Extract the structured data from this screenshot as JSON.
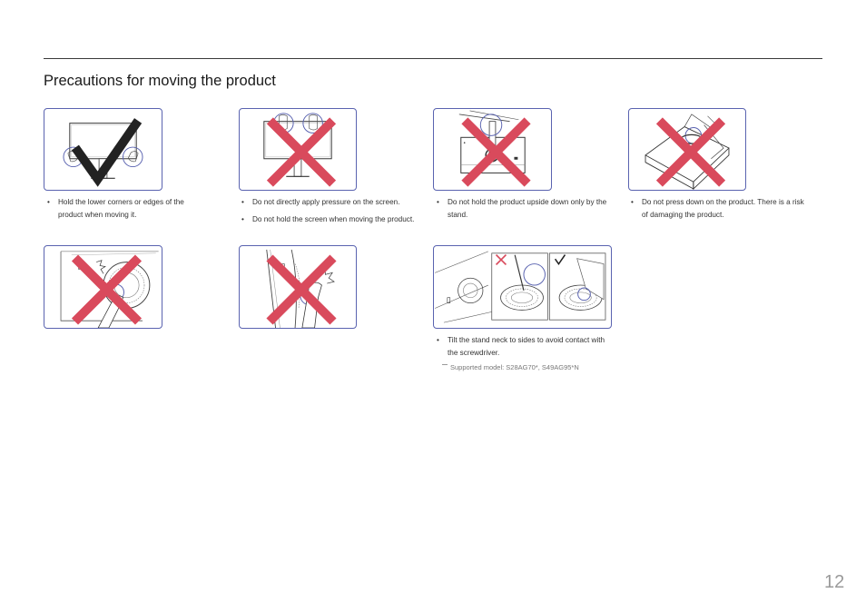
{
  "page": {
    "title": "Precautions for moving the product",
    "page_number": "12"
  },
  "figures": [
    {
      "verdict": "correct",
      "icon": "check-icon",
      "notes": [
        "Hold the lower corners or edges of the product when moving it."
      ]
    },
    {
      "verdict": "incorrect",
      "icon": "cross-icon",
      "notes": [
        "Do not directly apply pressure on the screen.",
        "Do not hold the screen when moving the product."
      ]
    },
    {
      "verdict": "incorrect",
      "icon": "cross-icon",
      "notes": [
        "Do not hold the product upside down only by the stand."
      ]
    },
    {
      "verdict": "incorrect",
      "icon": "cross-icon",
      "notes": [
        "Do not press down on the product. There is a risk of damaging the product."
      ]
    },
    {
      "verdict": "incorrect",
      "icon": "cross-icon",
      "notes": []
    },
    {
      "verdict": "incorrect",
      "icon": "cross-icon",
      "notes": []
    },
    {
      "verdict": "mixed",
      "icon": "cross-and-check-icon",
      "notes": [
        "Tilt the stand neck to sides to avoid contact with the screwdriver."
      ],
      "footnote": "Supported model: S28AG70*, S49AG95*N"
    }
  ],
  "colors": {
    "frame": "#5a63b0",
    "cross": "#d94a5c",
    "check": "#222222",
    "rule": "#3a3a3a"
  }
}
